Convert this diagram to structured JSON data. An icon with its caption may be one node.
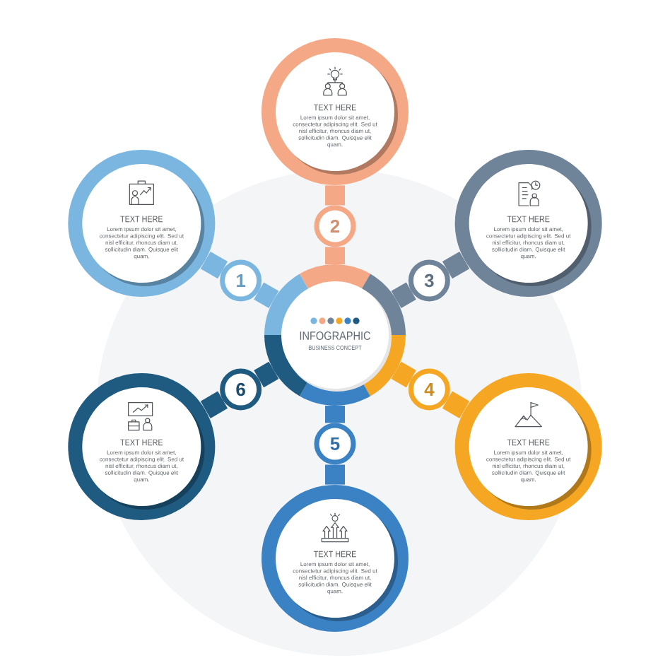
{
  "diagram": {
    "nodes": [
      {
        "text": [
          "INFOGRAPHIC",
          "BUSINESS CONCEPT"
        ]
      },
      {
        "text": [
          "1"
        ]
      },
      {
        "text": [
          "TEXT HERE",
          "Lorem ipsum dolor sit amet, consectetur adipiscing elit. Sed ut nisl efficitur, rhoncus diam ut, sollicitudin diam. Quisque elit quam."
        ]
      },
      {
        "text": [
          "2"
        ]
      },
      {
        "text": [
          "TEXT HERE",
          "Lorem ipsum dolor sit amet, consectetur adipiscing elit. Sed ut nisl efficitur, rhoncus diam ut, sollicitudin diam. Quisque elit quam."
        ]
      },
      {
        "text": [
          "3"
        ]
      },
      {
        "text": [
          "TEXT HERE",
          "Lorem ipsum dolor sit amet, consectetur adipiscing elit. Sed ut nisl efficitur, rhoncus diam ut, sollicitudin diam. Quisque elit quam."
        ]
      },
      {
        "text": [
          "4"
        ]
      },
      {
        "text": [
          "TEXT HERE",
          "Lorem ipsum dolor sit amet, consectetur adipiscing elit. Sed ut nisl efficitur, rhoncus diam ut, sollicitudin diam. Quisque elit quam."
        ]
      },
      {
        "text": [
          "5"
        ]
      },
      {
        "text": [
          "TEXT HERE",
          "Lorem ipsum dolor sit amet, consectetur adipiscing elit. Sed ut nisl efficitur, rhoncus diam ut, sollicitudin diam. Quisque elit quam."
        ]
      },
      {
        "text": [
          "6"
        ]
      },
      {
        "text": [
          "TEXT HERE",
          "Lorem ipsum dolor sit amet, consectetur adipiscing elit. Sed ut nisl efficitur, rhoncus diam ut, sollicitudin diam. Quisque elit quam."
        ]
      }
    ],
    "edges": [
      {
        "from": 0,
        "to": 1,
        "arrow": "none",
        "color": "#7bb6e0"
      },
      {
        "from": 1,
        "to": 2,
        "arrow": "none",
        "color": "#7bb6e0"
      },
      {
        "from": 0,
        "to": 3,
        "arrow": "none",
        "color": "#f4a886"
      },
      {
        "from": 3,
        "to": 4,
        "arrow": "none",
        "color": "#f4a886"
      },
      {
        "from": 0,
        "to": 5,
        "arrow": "none",
        "color": "#6f8399"
      },
      {
        "from": 5,
        "to": 6,
        "arrow": "none",
        "color": "#6f8399"
      },
      {
        "from": 0,
        "to": 7,
        "arrow": "none",
        "color": "#f5a623"
      },
      {
        "from": 7,
        "to": 8,
        "arrow": "none",
        "color": "#f5a623"
      },
      {
        "from": 0,
        "to": 9,
        "arrow": "none",
        "color": "#3b82c4"
      },
      {
        "from": 9,
        "to": 10,
        "arrow": "none",
        "color": "#3b82c4"
      },
      {
        "from": 0,
        "to": 11,
        "arrow": "none",
        "color": "#1f5a80"
      },
      {
        "from": 11,
        "to": 12,
        "arrow": "none",
        "color": "#1f5a80"
      }
    ]
  }
}
